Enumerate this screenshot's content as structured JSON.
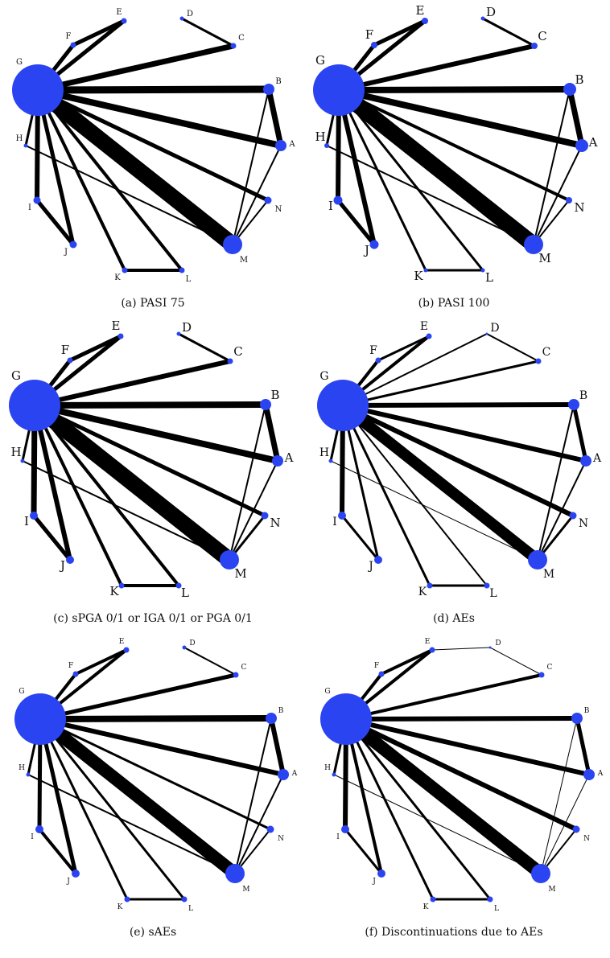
{
  "colors": {
    "node": "#2b44f2",
    "edge": "#000000",
    "background": "#ffffff"
  },
  "panels": [
    {
      "caption": "(a)  PASI 75",
      "nodes": [
        {
          "id": "G",
          "label": "G",
          "size": 64
        },
        {
          "id": "M",
          "label": "M",
          "size": 24
        },
        {
          "id": "B",
          "label": "B",
          "size": 14
        },
        {
          "id": "A",
          "label": "A",
          "size": 14
        },
        {
          "id": "E",
          "label": "E",
          "size": 7
        },
        {
          "id": "D",
          "label": "D",
          "size": 5
        },
        {
          "id": "F",
          "label": "F",
          "size": 7
        },
        {
          "id": "C",
          "label": "C",
          "size": 7
        },
        {
          "id": "H",
          "label": "H",
          "size": 5
        },
        {
          "id": "I",
          "label": "I",
          "size": 9
        },
        {
          "id": "J",
          "label": "J",
          "size": 9
        },
        {
          "id": "K",
          "label": "K",
          "size": 7
        },
        {
          "id": "L",
          "label": "L",
          "size": 7
        },
        {
          "id": "N",
          "label": "N",
          "size": 9
        }
      ],
      "edges": [
        {
          "from": "G",
          "to": "M",
          "weight": 20
        },
        {
          "from": "G",
          "to": "B",
          "weight": 9
        },
        {
          "from": "G",
          "to": "A",
          "weight": 8
        },
        {
          "from": "G",
          "to": "C",
          "weight": 7
        },
        {
          "from": "G",
          "to": "E",
          "weight": 5
        },
        {
          "from": "G",
          "to": "F",
          "weight": 5
        },
        {
          "from": "G",
          "to": "I",
          "weight": 6
        },
        {
          "from": "G",
          "to": "J",
          "weight": 5
        },
        {
          "from": "G",
          "to": "N",
          "weight": 5
        },
        {
          "from": "G",
          "to": "K",
          "weight": 4
        },
        {
          "from": "G",
          "to": "L",
          "weight": 4
        },
        {
          "from": "G",
          "to": "H",
          "weight": 3
        },
        {
          "from": "F",
          "to": "E",
          "weight": 5
        },
        {
          "from": "C",
          "to": "D",
          "weight": 3
        },
        {
          "from": "E",
          "to": "D",
          "weight": 0
        },
        {
          "from": "D",
          "to": "C",
          "weight": 2
        },
        {
          "from": "B",
          "to": "A",
          "weight": 7
        },
        {
          "from": "I",
          "to": "J",
          "weight": 5
        },
        {
          "from": "K",
          "to": "L",
          "weight": 4
        },
        {
          "from": "H",
          "to": "M",
          "weight": 2
        },
        {
          "from": "B",
          "to": "M",
          "weight": 2
        },
        {
          "from": "A",
          "to": "M",
          "weight": 2
        },
        {
          "from": "N",
          "to": "M",
          "weight": 2
        },
        {
          "from": "G",
          "to": "D",
          "weight": 0
        }
      ]
    },
    {
      "caption": "(b)  PASI 100",
      "nodes": [
        {
          "id": "G",
          "label": "G",
          "size": 64
        },
        {
          "id": "M",
          "label": "M",
          "size": 24
        },
        {
          "id": "B",
          "label": "B",
          "size": 16
        },
        {
          "id": "A",
          "label": "A",
          "size": 16
        },
        {
          "id": "E",
          "label": "E",
          "size": 8
        },
        {
          "id": "D",
          "label": "D",
          "size": 5
        },
        {
          "id": "F",
          "label": "F",
          "size": 8
        },
        {
          "id": "C",
          "label": "C",
          "size": 8
        },
        {
          "id": "H",
          "label": "H",
          "size": 6
        },
        {
          "id": "I",
          "label": "I",
          "size": 11
        },
        {
          "id": "J",
          "label": "J",
          "size": 11
        },
        {
          "id": "K",
          "label": "K",
          "size": 5
        },
        {
          "id": "L",
          "label": "L",
          "size": 5
        },
        {
          "id": "N",
          "label": "N",
          "size": 8
        }
      ],
      "edges": [
        {
          "from": "G",
          "to": "M",
          "weight": 20
        },
        {
          "from": "G",
          "to": "B",
          "weight": 8
        },
        {
          "from": "G",
          "to": "A",
          "weight": 8
        },
        {
          "from": "G",
          "to": "C",
          "weight": 6
        },
        {
          "from": "G",
          "to": "E",
          "weight": 5
        },
        {
          "from": "G",
          "to": "F",
          "weight": 5
        },
        {
          "from": "G",
          "to": "I",
          "weight": 6
        },
        {
          "from": "G",
          "to": "J",
          "weight": 6
        },
        {
          "from": "G",
          "to": "N",
          "weight": 4
        },
        {
          "from": "G",
          "to": "K",
          "weight": 3
        },
        {
          "from": "G",
          "to": "L",
          "weight": 3
        },
        {
          "from": "G",
          "to": "H",
          "weight": 3
        },
        {
          "from": "F",
          "to": "E",
          "weight": 5
        },
        {
          "from": "D",
          "to": "C",
          "weight": 3
        },
        {
          "from": "E",
          "to": "D",
          "weight": 0
        },
        {
          "from": "B",
          "to": "A",
          "weight": 7
        },
        {
          "from": "I",
          "to": "J",
          "weight": 5
        },
        {
          "from": "K",
          "to": "L",
          "weight": 3
        },
        {
          "from": "H",
          "to": "M",
          "weight": 2
        },
        {
          "from": "B",
          "to": "M",
          "weight": 2
        },
        {
          "from": "A",
          "to": "M",
          "weight": 2
        },
        {
          "from": "N",
          "to": "M",
          "weight": 2
        },
        {
          "from": "G",
          "to": "D",
          "weight": 0
        }
      ]
    },
    {
      "caption": "(c)  sPGA 0/1 or IGA 0/1 or PGA 0/1",
      "nodes": [
        {
          "id": "G",
          "label": "G",
          "size": 64
        },
        {
          "id": "M",
          "label": "M",
          "size": 24
        },
        {
          "id": "B",
          "label": "B",
          "size": 14
        },
        {
          "id": "A",
          "label": "A",
          "size": 14
        },
        {
          "id": "E",
          "label": "E",
          "size": 7
        },
        {
          "id": "D",
          "label": "D",
          "size": 5
        },
        {
          "id": "F",
          "label": "F",
          "size": 7
        },
        {
          "id": "C",
          "label": "C",
          "size": 7
        },
        {
          "id": "H",
          "label": "H",
          "size": 5
        },
        {
          "id": "I",
          "label": "I",
          "size": 10
        },
        {
          "id": "J",
          "label": "J",
          "size": 10
        },
        {
          "id": "K",
          "label": "K",
          "size": 7
        },
        {
          "id": "L",
          "label": "L",
          "size": 7
        },
        {
          "id": "N",
          "label": "N",
          "size": 9
        }
      ],
      "edges": [
        {
          "from": "G",
          "to": "M",
          "weight": 20
        },
        {
          "from": "G",
          "to": "B",
          "weight": 8
        },
        {
          "from": "G",
          "to": "A",
          "weight": 8
        },
        {
          "from": "G",
          "to": "C",
          "weight": 6
        },
        {
          "from": "G",
          "to": "E",
          "weight": 5
        },
        {
          "from": "G",
          "to": "F",
          "weight": 5
        },
        {
          "from": "G",
          "to": "I",
          "weight": 7
        },
        {
          "from": "G",
          "to": "J",
          "weight": 6
        },
        {
          "from": "G",
          "to": "N",
          "weight": 5
        },
        {
          "from": "G",
          "to": "K",
          "weight": 4
        },
        {
          "from": "G",
          "to": "L",
          "weight": 4
        },
        {
          "from": "G",
          "to": "H",
          "weight": 3
        },
        {
          "from": "F",
          "to": "E",
          "weight": 5
        },
        {
          "from": "D",
          "to": "C",
          "weight": 3
        },
        {
          "from": "E",
          "to": "D",
          "weight": 0
        },
        {
          "from": "B",
          "to": "A",
          "weight": 7
        },
        {
          "from": "I",
          "to": "J",
          "weight": 5
        },
        {
          "from": "K",
          "to": "L",
          "weight": 4
        },
        {
          "from": "H",
          "to": "M",
          "weight": 2
        },
        {
          "from": "B",
          "to": "M",
          "weight": 2
        },
        {
          "from": "A",
          "to": "M",
          "weight": 2
        },
        {
          "from": "N",
          "to": "M",
          "weight": 3
        },
        {
          "from": "G",
          "to": "D",
          "weight": 0
        }
      ]
    },
    {
      "caption": "(d)  AEs",
      "nodes": [
        {
          "id": "G",
          "label": "G",
          "size": 64
        },
        {
          "id": "M",
          "label": "M",
          "size": 24
        },
        {
          "id": "B",
          "label": "B",
          "size": 14
        },
        {
          "id": "A",
          "label": "A",
          "size": 14
        },
        {
          "id": "E",
          "label": "E",
          "size": 7
        },
        {
          "id": "D",
          "label": "D",
          "size": 3
        },
        {
          "id": "F",
          "label": "F",
          "size": 7
        },
        {
          "id": "C",
          "label": "C",
          "size": 7
        },
        {
          "id": "H",
          "label": "H",
          "size": 5
        },
        {
          "id": "I",
          "label": "I",
          "size": 10
        },
        {
          "id": "J",
          "label": "J",
          "size": 10
        },
        {
          "id": "K",
          "label": "K",
          "size": 7
        },
        {
          "id": "L",
          "label": "L",
          "size": 7
        },
        {
          "id": "N",
          "label": "N",
          "size": 9
        }
      ],
      "edges": [
        {
          "from": "G",
          "to": "M",
          "weight": 14
        },
        {
          "from": "G",
          "to": "B",
          "weight": 6
        },
        {
          "from": "G",
          "to": "A",
          "weight": 6
        },
        {
          "from": "G",
          "to": "C",
          "weight": 3
        },
        {
          "from": "G",
          "to": "E",
          "weight": 4
        },
        {
          "from": "G",
          "to": "F",
          "weight": 4
        },
        {
          "from": "G",
          "to": "I",
          "weight": 6
        },
        {
          "from": "G",
          "to": "J",
          "weight": 3
        },
        {
          "from": "G",
          "to": "N",
          "weight": 6
        },
        {
          "from": "G",
          "to": "K",
          "weight": 3
        },
        {
          "from": "G",
          "to": "L",
          "weight": 2
        },
        {
          "from": "G",
          "to": "H",
          "weight": 3
        },
        {
          "from": "F",
          "to": "E",
          "weight": 3
        },
        {
          "from": "G",
          "to": "D",
          "weight": 2
        },
        {
          "from": "D",
          "to": "C",
          "weight": 2
        },
        {
          "from": "B",
          "to": "A",
          "weight": 5
        },
        {
          "from": "I",
          "to": "J",
          "weight": 3
        },
        {
          "from": "K",
          "to": "L",
          "weight": 3
        },
        {
          "from": "H",
          "to": "M",
          "weight": 1
        },
        {
          "from": "B",
          "to": "M",
          "weight": 2
        },
        {
          "from": "A",
          "to": "M",
          "weight": 2
        },
        {
          "from": "N",
          "to": "M",
          "weight": 3
        }
      ]
    },
    {
      "caption": "(e)  sAEs",
      "nodes": [
        {
          "id": "G",
          "label": "G",
          "size": 64
        },
        {
          "id": "M",
          "label": "M",
          "size": 24
        },
        {
          "id": "B",
          "label": "B",
          "size": 14
        },
        {
          "id": "A",
          "label": "A",
          "size": 14
        },
        {
          "id": "E",
          "label": "E",
          "size": 7
        },
        {
          "id": "D",
          "label": "D",
          "size": 5
        },
        {
          "id": "F",
          "label": "F",
          "size": 7
        },
        {
          "id": "C",
          "label": "C",
          "size": 7
        },
        {
          "id": "H",
          "label": "H",
          "size": 5
        },
        {
          "id": "I",
          "label": "I",
          "size": 10
        },
        {
          "id": "J",
          "label": "J",
          "size": 10
        },
        {
          "id": "K",
          "label": "K",
          "size": 7
        },
        {
          "id": "L",
          "label": "L",
          "size": 7
        },
        {
          "id": "N",
          "label": "N",
          "size": 9
        }
      ],
      "edges": [
        {
          "from": "G",
          "to": "M",
          "weight": 16
        },
        {
          "from": "G",
          "to": "B",
          "weight": 8
        },
        {
          "from": "G",
          "to": "A",
          "weight": 6
        },
        {
          "from": "G",
          "to": "C",
          "weight": 5
        },
        {
          "from": "G",
          "to": "E",
          "weight": 4
        },
        {
          "from": "G",
          "to": "F",
          "weight": 4
        },
        {
          "from": "G",
          "to": "I",
          "weight": 5
        },
        {
          "from": "G",
          "to": "J",
          "weight": 5
        },
        {
          "from": "G",
          "to": "N",
          "weight": 3
        },
        {
          "from": "G",
          "to": "K",
          "weight": 3
        },
        {
          "from": "G",
          "to": "L",
          "weight": 3
        },
        {
          "from": "G",
          "to": "H",
          "weight": 3
        },
        {
          "from": "F",
          "to": "E",
          "weight": 4
        },
        {
          "from": "G",
          "to": "D",
          "weight": 0
        },
        {
          "from": "D",
          "to": "C",
          "weight": 2
        },
        {
          "from": "E",
          "to": "D",
          "weight": 0
        },
        {
          "from": "B",
          "to": "A",
          "weight": 6
        },
        {
          "from": "I",
          "to": "J",
          "weight": 4
        },
        {
          "from": "K",
          "to": "L",
          "weight": 3
        },
        {
          "from": "H",
          "to": "M",
          "weight": 2
        },
        {
          "from": "B",
          "to": "M",
          "weight": 2
        },
        {
          "from": "A",
          "to": "M",
          "weight": 2
        },
        {
          "from": "N",
          "to": "M",
          "weight": 2
        }
      ]
    },
    {
      "caption": "(f)  Discontinuations due to AEs",
      "nodes": [
        {
          "id": "G",
          "label": "G",
          "size": 64
        },
        {
          "id": "M",
          "label": "M",
          "size": 24
        },
        {
          "id": "B",
          "label": "B",
          "size": 14
        },
        {
          "id": "A",
          "label": "A",
          "size": 14
        },
        {
          "id": "E",
          "label": "E",
          "size": 7
        },
        {
          "id": "D",
          "label": "D",
          "size": 3
        },
        {
          "id": "F",
          "label": "F",
          "size": 7
        },
        {
          "id": "C",
          "label": "C",
          "size": 7
        },
        {
          "id": "H",
          "label": "H",
          "size": 5
        },
        {
          "id": "I",
          "label": "I",
          "size": 10
        },
        {
          "id": "J",
          "label": "J",
          "size": 10
        },
        {
          "id": "K",
          "label": "K",
          "size": 7
        },
        {
          "id": "L",
          "label": "L",
          "size": 7
        },
        {
          "id": "N",
          "label": "N",
          "size": 9
        }
      ],
      "edges": [
        {
          "from": "G",
          "to": "M",
          "weight": 16
        },
        {
          "from": "G",
          "to": "B",
          "weight": 6
        },
        {
          "from": "G",
          "to": "A",
          "weight": 6
        },
        {
          "from": "G",
          "to": "C",
          "weight": 4
        },
        {
          "from": "G",
          "to": "E",
          "weight": 4
        },
        {
          "from": "G",
          "to": "F",
          "weight": 4
        },
        {
          "from": "G",
          "to": "I",
          "weight": 6
        },
        {
          "from": "G",
          "to": "J",
          "weight": 4
        },
        {
          "from": "G",
          "to": "N",
          "weight": 6
        },
        {
          "from": "G",
          "to": "K",
          "weight": 3
        },
        {
          "from": "G",
          "to": "L",
          "weight": 3
        },
        {
          "from": "G",
          "to": "H",
          "weight": 3
        },
        {
          "from": "F",
          "to": "E",
          "weight": 4
        },
        {
          "from": "D",
          "to": "C",
          "weight": 1
        },
        {
          "from": "E",
          "to": "D",
          "weight": 1
        },
        {
          "from": "B",
          "to": "A",
          "weight": 5
        },
        {
          "from": "I",
          "to": "J",
          "weight": 3
        },
        {
          "from": "K",
          "to": "L",
          "weight": 3
        },
        {
          "from": "H",
          "to": "M",
          "weight": 1
        },
        {
          "from": "B",
          "to": "M",
          "weight": 1
        },
        {
          "from": "A",
          "to": "M",
          "weight": 1
        },
        {
          "from": "N",
          "to": "M",
          "weight": 2
        }
      ]
    }
  ]
}
